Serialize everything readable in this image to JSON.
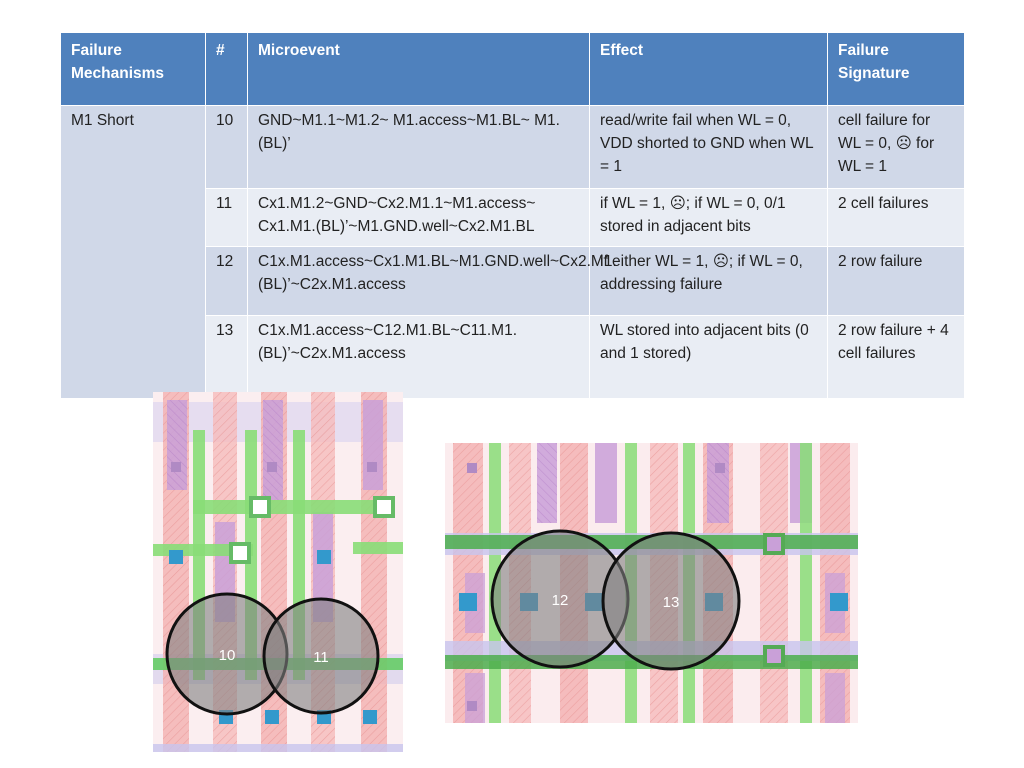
{
  "table": {
    "headers": [
      "Failure Mechanisms",
      "#",
      "Microevent",
      "Effect",
      "Failure Signature"
    ],
    "mechanism": "M1 Short",
    "rows": [
      {
        "num": "10",
        "microevent": "GND~M1.1~M1.2~ M1.access~M1.BL~ M1.(BL)’",
        "effect": "read/write fail when WL = 0, VDD shorted to GND when WL = 1",
        "signature": "cell failure for WL = 0, ☹ for WL = 1"
      },
      {
        "num": "11",
        "microevent": "Cx1.M1.2~GND~Cx2.M1.1~M1.access~ Cx1.M1.(BL)’~M1.GND.well~Cx2.M1.BL",
        "effect": "if WL = 1, ☹; if WL = 0, 0/1 stored in adjacent bits",
        "signature": "2 cell failures"
      },
      {
        "num": "12",
        "microevent": "C1x.M1.access~Cx1.M1.BL~M1.GND.well~Cx2.M1.(BL)’~C2x.M1.access",
        "effect": "if either WL = 1, ☹; if WL = 0, addressing failure",
        "signature": "2 row failure"
      },
      {
        "num": "13",
        "microevent": "C1x.M1.access~C12.M1.BL~C11.M1.(BL)’~C2x.M1.access",
        "effect": "WL stored into adjacent bits (0 and 1 stored)",
        "signature": "2 row failure + 4 cell failures"
      }
    ]
  },
  "figures": {
    "left": {
      "labels": [
        "10",
        "11"
      ]
    },
    "right": {
      "labels": [
        "12",
        "13"
      ]
    }
  },
  "colors": {
    "header": "#4f81bd",
    "row_dark": "#d0d8e8",
    "row_light": "#e9edf4",
    "metal_pink": "#f4a6a6",
    "metal_purple": "#c9a0d8",
    "poly_green": "#88dd77",
    "contact_blue": "#3399cc",
    "circle_fill": "#808080"
  }
}
